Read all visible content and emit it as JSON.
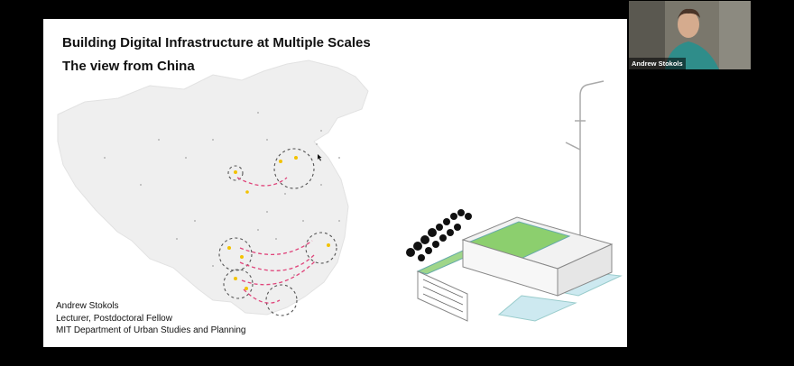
{
  "slide": {
    "title_line1": "Building Digital Infrastructure at Multiple Scales",
    "title_line2": "The view from China",
    "author": "Andrew Stokols",
    "role": "Lecturer, Postdoctoral Fellow",
    "affiliation": "MIT Department of Urban Studies and Planning"
  },
  "video": {
    "participant_name": "Andrew Stokols"
  },
  "colors": {
    "background": "#000000",
    "slide": "#ffffff",
    "arc": "#e0457b",
    "city_marker": "#f2c200",
    "roof_green": "#8ccf6e"
  }
}
